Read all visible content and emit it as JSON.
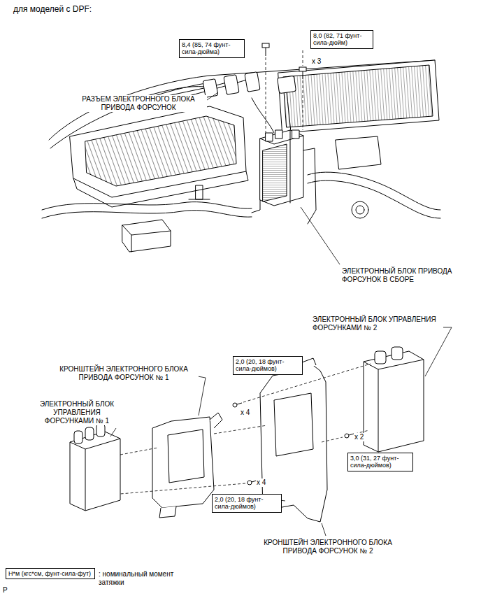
{
  "diagram": {
    "title": "для моделей с DPF:",
    "nodes": [
      {
        "text": [
          "8,4 (85, 74 фунт-сила-дюйма)"
        ]
      },
      {
        "text": [
          "8,0 (82, 71 фунт-сила-дюйм)"
        ]
      },
      {
        "text": [
          "2,0 (20, 18 фунт-сила-дюймов)"
        ]
      },
      {
        "text": [
          "3,0 (31, 27 фунт-сила-дюймов)"
        ]
      },
      {
        "text": [
          "2,0 (20, 18 фунт-сила-дюймов)"
        ]
      },
      {
        "text": [
          "Н*м (кгс*см, фунт-сила-фут)"
        ]
      }
    ],
    "labels": [
      "x 3",
      "РАЗЪЕМ ЭЛЕКТРОННОГО БЛОКА ПРИВОДА ФОРСУНОК",
      "ЭЛЕКТРОННЫЙ БЛОК ПРИВОДА ФОРСУНОК В СБОРЕ",
      "ЭЛЕКТРОННЫЙ БЛОК УПРАВЛЕНИЯ ФОРСУНКАМИ № 2",
      "КРОНШТЕЙН ЭЛЕКТРОННОГО БЛОКА ПРИВОДА ФОРСУНОК № 1",
      "x 4",
      "ЭЛЕКТРОННЫЙ БЛОК УПРАВЛЕНИЯ ФОРСУНКАМИ № 1",
      "x 2",
      "x 4",
      "КРОНШТЕЙН ЭЛЕКТРОННОГО БЛОКА ПРИВОДА ФОРСУНОК № 2",
      ": номинальный момент затяжки",
      "P"
    ]
  }
}
